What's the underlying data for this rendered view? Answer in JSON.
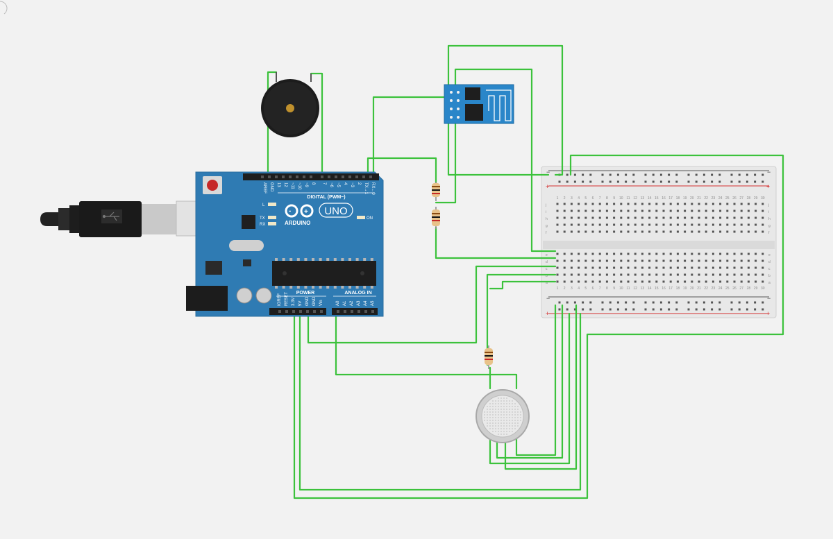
{
  "board": {
    "brand": "ARDUINO",
    "model": "UNO",
    "digital_header": "DIGITAL (PWM~)",
    "power_header": "POWER",
    "analog_header": "ANALOG IN",
    "on_label": "ON",
    "led_labels": [
      "L",
      "TX",
      "RX"
    ],
    "digital_pins": [
      "AREF",
      "GND",
      "13",
      "12",
      "~11",
      "~10",
      "~9",
      "8",
      "7",
      "~6",
      "~5",
      "4",
      "~3",
      "2",
      "TX→1",
      "RX←0"
    ],
    "power_pins": [
      "IOREF",
      "RESET",
      "3.3V",
      "5V",
      "GND",
      "GND",
      "Vin"
    ],
    "analog_pins": [
      "A0",
      "A1",
      "A2",
      "A3",
      "A4",
      "A5"
    ]
  },
  "breadboard": {
    "row_letters_top": [
      "j",
      "i",
      "h",
      "g",
      "f"
    ],
    "row_letters_bottom": [
      "e",
      "d",
      "c",
      "b",
      "a"
    ],
    "column_count": 30,
    "minus": "−",
    "plus": "+"
  },
  "components": {
    "usb_cable": "usb-cable",
    "piezo": "piezo-buzzer",
    "wifi_module": "esp8266-module",
    "gas_sensor": "gas-sensor",
    "resistors": 3
  },
  "colors": {
    "wire": "#3cc23c",
    "board": "#2f7bb3",
    "board_dark": "#23608d",
    "breadboard": "#e6e6e6",
    "rail_red": "#d32f2f",
    "rail_dark": "#555555",
    "wifi_module": "#2a86c9"
  }
}
